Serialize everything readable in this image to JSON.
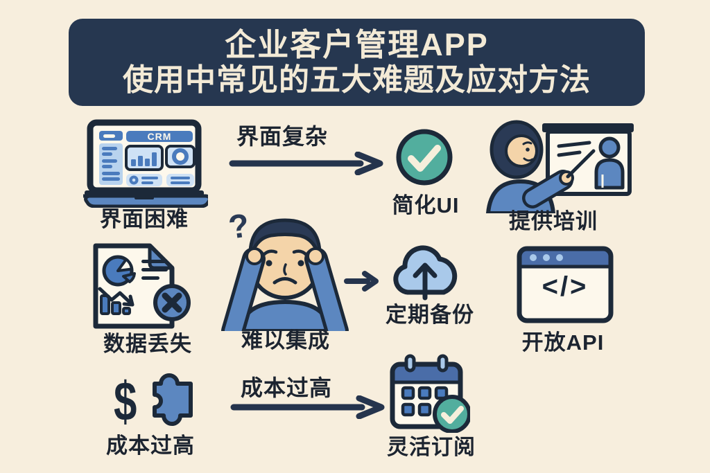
{
  "colors": {
    "background": "#f7eedd",
    "banner_bg": "#263750",
    "banner_text": "#f3ead6",
    "ink_outline": "#1c2939",
    "label_text": "#1c2430",
    "blue": "#5c87c0",
    "blue_deep": "#4a6da8",
    "blue_light": "#b8d3ee",
    "teal": "#52ae9e",
    "skin": "#f4d4a9",
    "paper": "#fdf8ec"
  },
  "banner": {
    "title_line1": "企业客户管理APP",
    "title_line2": "使用中常见的五大难题及应对方法"
  },
  "row1": {
    "problem_label": "界面困难",
    "crm_text": "CRM",
    "arrow_label": "界面复杂",
    "solution_label": "简化UI",
    "training_label": "提供培训"
  },
  "row2": {
    "problem_label": "数据丢失",
    "question_mark": "?",
    "confused_label": "难以集成",
    "solution_label": "定期备份",
    "code_glyph": "</>",
    "api_label": "开放API"
  },
  "row3": {
    "dollar_sign": "$",
    "problem_label": "成本过高",
    "arrow_label": "成本过高",
    "solution_label": "灵活订阅"
  },
  "icons": {
    "laptop_crm": "laptop-with-crm-dashboard",
    "check_circle": "teal-check-circle",
    "trainer": "person-presenting-at-whiteboard",
    "document_loss": "document-chart-with-error",
    "confused_person": "confused-person-holding-head",
    "right_arrow": "right-arrow",
    "cloud_upload": "cloud-upload",
    "code_window": "browser-code-window",
    "dollar_puzzle": "dollar-and-puzzle-piece",
    "calendar_check": "calendar-with-check"
  }
}
